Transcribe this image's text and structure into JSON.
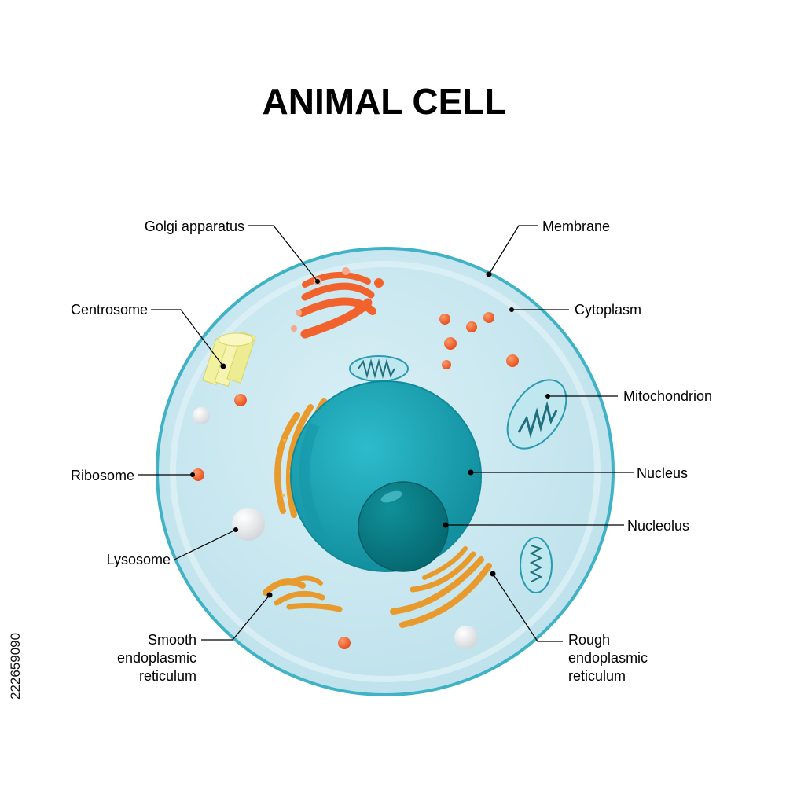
{
  "title": "ANIMAL CELL",
  "labels": {
    "golgi": "Golgi apparatus",
    "membrane": "Membrane",
    "centrosome": "Centrosome",
    "cytoplasm": "Cytoplasm",
    "mitochondrion": "Mitochondrion",
    "nucleus": "Nucleus",
    "ribosome": "Ribosome",
    "nucleolus": "Nucleolus",
    "lysosome": "Lysosome",
    "smooth_er": [
      "Smooth",
      "endoplasmic",
      "reticulum"
    ],
    "rough_er": [
      "Rough",
      "endoplasmic",
      "reticulum"
    ]
  },
  "stock_id": "222659090",
  "colors": {
    "cell_fill": "#cfe9f1",
    "membrane": "#3fb3c5",
    "nucleus": "#1aa7b8",
    "nucleolus": "#0a7e86",
    "golgi": "#f2622c",
    "er": "#f0a93a",
    "ribosome": "#f2622c",
    "mito": "#bfe7ef",
    "centrosome": "#f4f29a"
  }
}
